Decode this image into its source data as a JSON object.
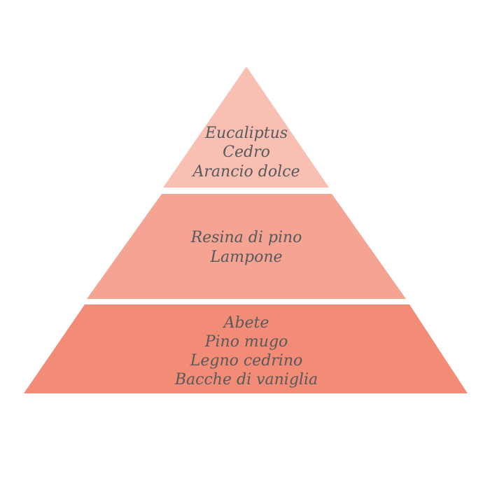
{
  "pyramid": {
    "colors": {
      "top": "#f8bfb2",
      "middle": "#f5a393",
      "base": "#f28c77",
      "text": "#565a5c",
      "background": "#ffffff"
    },
    "tiers": [
      {
        "id": "top",
        "notes": [
          "Eucaliptus",
          "Cedro",
          "Arancio dolce"
        ]
      },
      {
        "id": "middle",
        "notes": [
          "Resina di pino",
          "Lampone"
        ]
      },
      {
        "id": "base",
        "notes": [
          "Abete",
          "Pino mugo",
          "Legno cedrino",
          "Bacche di vaniglia"
        ]
      }
    ]
  }
}
